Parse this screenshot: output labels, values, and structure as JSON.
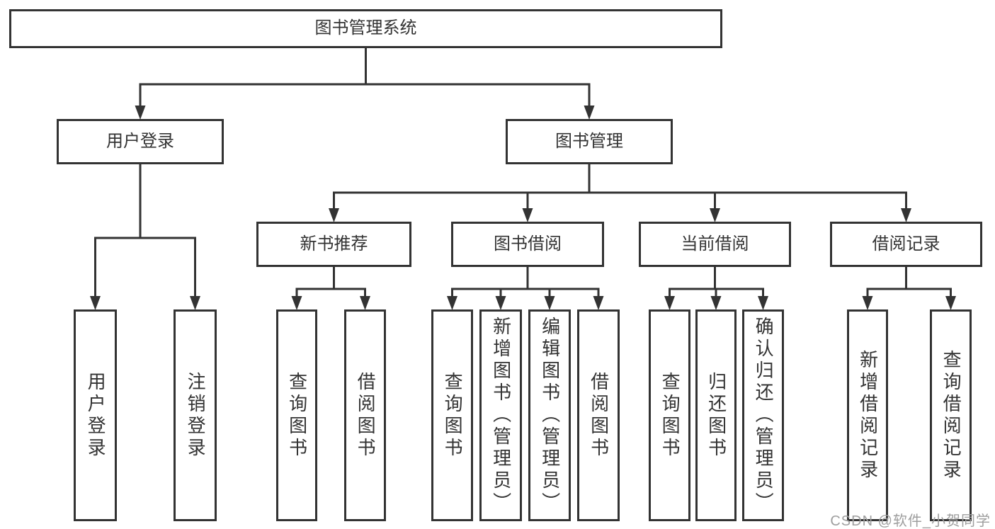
{
  "diagram": {
    "tree": {
      "id": "system",
      "label": "图书管理系统",
      "children": [
        {
          "id": "user-login",
          "label": "用户登录",
          "children": [
            {
              "id": "user-login-action",
              "label": "用户登录",
              "children": []
            },
            {
              "id": "logout",
              "label": "注销登录",
              "children": []
            }
          ]
        },
        {
          "id": "book-management",
          "label": "图书管理",
          "children": [
            {
              "id": "new-book-recommend",
              "label": "新书推荐",
              "children": [
                {
                  "id": "query-books-recommend",
                  "label": "查询图书",
                  "children": []
                },
                {
                  "id": "borrow-books-recommend",
                  "label": "借阅图书",
                  "children": []
                }
              ]
            },
            {
              "id": "book-borrow",
              "label": "图书借阅",
              "children": [
                {
                  "id": "query-books-borrow",
                  "label": "查询图书",
                  "children": []
                },
                {
                  "id": "add-books-admin",
                  "label": "新增图书（管理员）",
                  "children": []
                },
                {
                  "id": "edit-books-admin",
                  "label": "编辑图书（管理员）",
                  "children": []
                },
                {
                  "id": "borrow-books-borrow",
                  "label": "借阅图书",
                  "children": []
                }
              ]
            },
            {
              "id": "current-borrow",
              "label": "当前借阅",
              "children": [
                {
                  "id": "query-books-current",
                  "label": "查询图书",
                  "children": []
                },
                {
                  "id": "return-books",
                  "label": "归还图书",
                  "children": []
                },
                {
                  "id": "confirm-return-admin",
                  "label": "确认归还（管理员）",
                  "children": []
                }
              ]
            },
            {
              "id": "borrow-records",
              "label": "借阅记录",
              "children": [
                {
                  "id": "add-borrow-record",
                  "label": "新增借阅记录",
                  "children": []
                },
                {
                  "id": "query-borrow-record",
                  "label": "查询借阅记录",
                  "children": []
                }
              ]
            }
          ]
        }
      ]
    }
  },
  "watermark": {
    "text": "CSDN @软件_小贺同学"
  },
  "colors": {
    "line": "#333333",
    "text": "#333333",
    "background": "#ffffff",
    "box_background": "#ffffff",
    "watermark": "#9e9e9e"
  }
}
